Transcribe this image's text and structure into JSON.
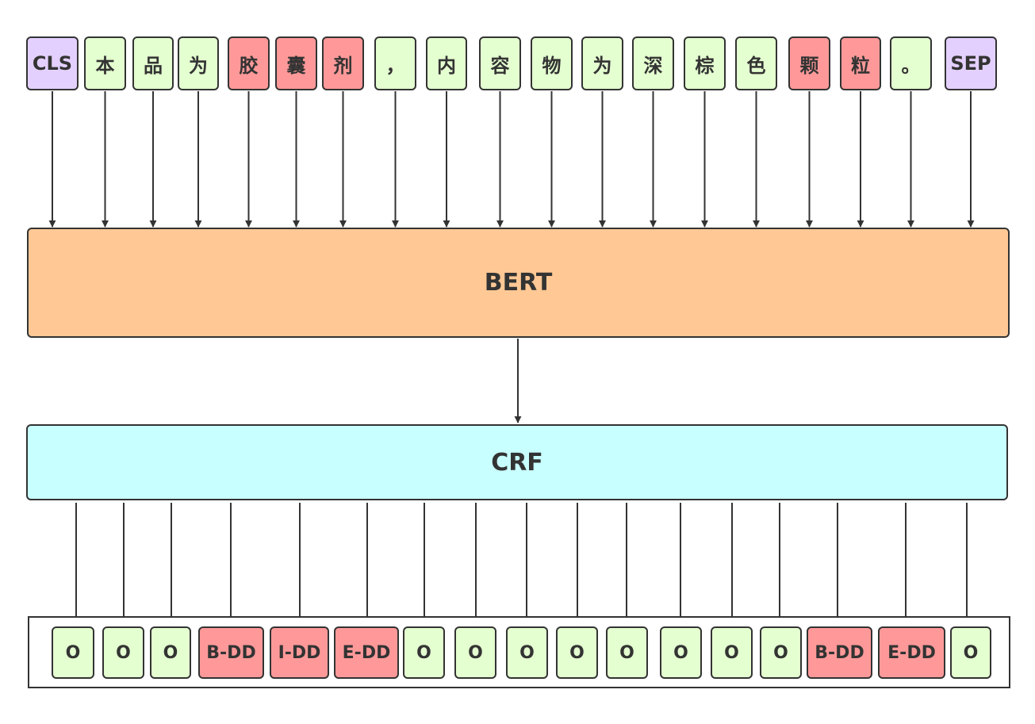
{
  "input_tokens": [
    {
      "text": "CLS",
      "kind": "special"
    },
    {
      "text": "本",
      "kind": "normal"
    },
    {
      "text": "品",
      "kind": "normal"
    },
    {
      "text": "为",
      "kind": "normal"
    },
    {
      "text": "胶",
      "kind": "entity"
    },
    {
      "text": "囊",
      "kind": "entity"
    },
    {
      "text": "剂",
      "kind": "entity"
    },
    {
      "text": "，",
      "kind": "normal"
    },
    {
      "text": "内",
      "kind": "normal"
    },
    {
      "text": "容",
      "kind": "normal"
    },
    {
      "text": "物",
      "kind": "normal"
    },
    {
      "text": "为",
      "kind": "normal"
    },
    {
      "text": "深",
      "kind": "normal"
    },
    {
      "text": "棕",
      "kind": "normal"
    },
    {
      "text": "色",
      "kind": "normal"
    },
    {
      "text": "颗",
      "kind": "entity"
    },
    {
      "text": "粒",
      "kind": "entity"
    },
    {
      "text": "。",
      "kind": "normal"
    },
    {
      "text": "SEP",
      "kind": "special"
    }
  ],
  "bert": {
    "label": "BERT"
  },
  "crf": {
    "label": "CRF"
  },
  "output_tags": [
    {
      "text": "O",
      "kind": "normal"
    },
    {
      "text": "O",
      "kind": "normal"
    },
    {
      "text": "O",
      "kind": "normal"
    },
    {
      "text": "B-DD",
      "kind": "entity"
    },
    {
      "text": "I-DD",
      "kind": "entity"
    },
    {
      "text": "E-DD",
      "kind": "entity"
    },
    {
      "text": "O",
      "kind": "normal"
    },
    {
      "text": "O",
      "kind": "normal"
    },
    {
      "text": "O",
      "kind": "normal"
    },
    {
      "text": "O",
      "kind": "normal"
    },
    {
      "text": "O",
      "kind": "normal"
    },
    {
      "text": "O",
      "kind": "normal"
    },
    {
      "text": "O",
      "kind": "normal"
    },
    {
      "text": "O",
      "kind": "normal"
    },
    {
      "text": "B-DD",
      "kind": "entity"
    },
    {
      "text": "E-DD",
      "kind": "entity"
    },
    {
      "text": "O",
      "kind": "normal"
    }
  ],
  "colors": {
    "special": "#e4d0ff",
    "normal": "#e4ffd0",
    "entity": "#ff9999",
    "bert": "#ffc895",
    "crf": "#c8ffff",
    "stroke": "#333333"
  }
}
